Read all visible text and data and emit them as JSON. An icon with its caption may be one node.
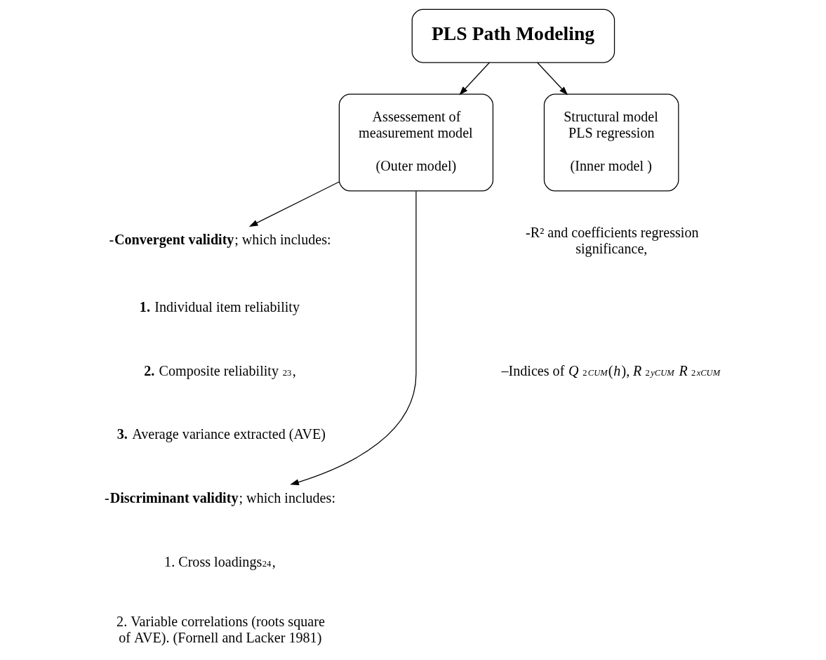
{
  "diagram": {
    "nodes": [
      {
        "text": [
          "PLS Path Modeling"
        ]
      },
      {
        "text": [
          "Assessement of measurement model",
          "(Outer model)"
        ]
      },
      {
        "text": [
          "Structural model PLS regression",
          "(Inner model )"
        ]
      },
      {
        "text": [
          "-**Convergent validity**; which includes:"
        ]
      },
      {
        "text": [
          "-**Discriminant validity**; which includes:"
        ]
      }
    ],
    "edges": [
      {
        "from": 0,
        "to": 1,
        "arrow": "to"
      },
      {
        "from": 0,
        "to": 2,
        "arrow": "to"
      },
      {
        "from": 1,
        "to": 3,
        "arrow": "to"
      },
      {
        "from": 1,
        "to": 4,
        "arrow": "to"
      }
    ],
    "labels": [
      "-R² and coefficients regression significance,",
      "**1.** Individual item reliability",
      "**2.** Composite reliability $^{23}$,",
      "**3.** Average variance extracted (AVE)",
      "–Indices of *Q* $^{2}$$_{CUM}$(*h*), *R* $^{2}$$_{yCUM}$ *R* $^{2}$$_{xCUM}$",
      "1. Cross loadings$^{24}$,",
      "2. Variable correlations (roots square of AVE). (Fornell and Lacker 1981)"
    ]
  }
}
